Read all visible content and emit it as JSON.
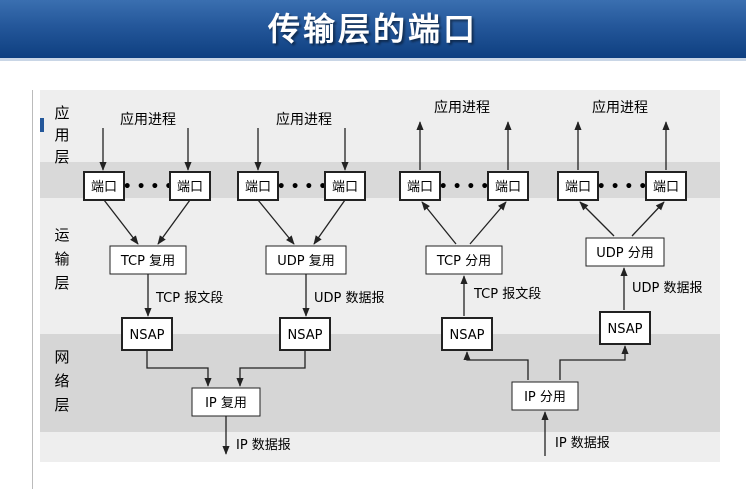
{
  "slide": {
    "title": "传输层的端口"
  },
  "diagram": {
    "layers": {
      "application": [
        "应",
        "用",
        "层"
      ],
      "transport": [
        "运",
        "输",
        "层"
      ],
      "network": [
        "网",
        "络",
        "层"
      ]
    },
    "groups": [
      {
        "process": "应用进程",
        "port_left": "端口",
        "port_right": "端口",
        "dots": "• • • •",
        "mux": "TCP 复用",
        "unit": "TCP 报文段",
        "nsap": "NSAP"
      },
      {
        "process": "应用进程",
        "port_left": "端口",
        "port_right": "端口",
        "dots": "• • • •",
        "mux": "UDP 复用",
        "unit": "UDP 数据报",
        "nsap": "NSAP"
      },
      {
        "process": "应用进程",
        "port_left": "端口",
        "port_right": "端口",
        "dots": "• • • •",
        "mux": "TCP 分用",
        "unit": "TCP 报文段",
        "nsap": "NSAP"
      },
      {
        "process": "应用进程",
        "port_left": "端口",
        "port_right": "端口",
        "dots": "• • • •",
        "mux": "UDP 分用",
        "unit": "UDP 数据报",
        "nsap": "NSAP"
      }
    ],
    "ip_mux": "IP 复用",
    "ip_demux": "IP 分用",
    "ip_out_label": "IP 数据报",
    "ip_in_label": "IP 数据报"
  },
  "colors": {
    "title_bar": "#24579a",
    "title_text": "#ffffff",
    "figure_bg": "#eeeeee",
    "network_band": "#d6d6d6"
  }
}
